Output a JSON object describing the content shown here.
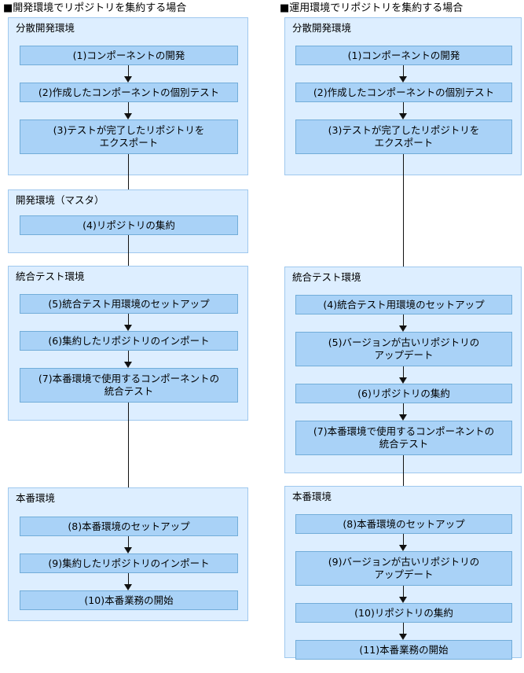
{
  "meta": {
    "bullet": "■",
    "colors": {
      "env_fill": "#ddeeff",
      "env_border": "#9fc8ee",
      "step_fill": "#a9d2f7",
      "step_border": "#72add9",
      "arrow": "#111111",
      "page_background": "#ffffff"
    }
  },
  "columns": [
    {
      "id": "left",
      "title": "■開発環境でリポジトリを集約する場合",
      "title_text": "開発環境でリポジトリを集約する場合",
      "environments": [
        {
          "id": "left-env-1",
          "label": "分散開発環境",
          "steps": [
            {
              "id": "left-step-1",
              "number": "(1)",
              "text": "(1)コンポーネントの開発",
              "lines": [
                "(1)コンポーネントの開発"
              ]
            },
            {
              "id": "left-step-2",
              "number": "(2)",
              "text": "(2)作成したコンポーネントの個別テスト",
              "lines": [
                "(2)作成したコンポーネントの個別テスト"
              ]
            },
            {
              "id": "left-step-3",
              "number": "(3)",
              "text": "(3)テストが完了したリポジトリをエクスポート",
              "lines": [
                "(3)テストが完了したリポジトリを",
                "エクスポート"
              ]
            }
          ]
        },
        {
          "id": "left-env-2",
          "label": "開発環境（マスタ）",
          "steps": [
            {
              "id": "left-step-4",
              "number": "(4)",
              "text": "(4)リポジトリの集約",
              "lines": [
                "(4)リポジトリの集約"
              ]
            }
          ]
        },
        {
          "id": "left-env-3",
          "label": "統合テスト環境",
          "steps": [
            {
              "id": "left-step-5",
              "number": "(5)",
              "text": "(5)統合テスト用環境のセットアップ",
              "lines": [
                "(5)統合テスト用環境のセットアップ"
              ]
            },
            {
              "id": "left-step-6",
              "number": "(6)",
              "text": "(6)集約したリポジトリのインポート",
              "lines": [
                "(6)集約したリポジトリのインポート"
              ]
            },
            {
              "id": "left-step-7",
              "number": "(7)",
              "text": "(7)本番環境で使用するコンポーネントの統合テスト",
              "lines": [
                "(7)本番環境で使用するコンポーネントの",
                "統合テスト"
              ]
            }
          ]
        },
        {
          "id": "left-env-4",
          "label": "本番環境",
          "steps": [
            {
              "id": "left-step-8",
              "number": "(8)",
              "text": "(8)本番環境のセットアップ",
              "lines": [
                "(8)本番環境のセットアップ"
              ]
            },
            {
              "id": "left-step-9",
              "number": "(9)",
              "text": "(9)集約したリポジトリのインポート",
              "lines": [
                "(9)集約したリポジトリのインポート"
              ]
            },
            {
              "id": "left-step-10",
              "number": "(10)",
              "text": "(10)本番業務の開始",
              "lines": [
                "(10)本番業務の開始"
              ]
            }
          ]
        }
      ]
    },
    {
      "id": "right",
      "title": "■運用環境でリポジトリを集約する場合",
      "title_text": "運用環境でリポジトリを集約する場合",
      "environments": [
        {
          "id": "right-env-1",
          "label": "分散開発環境",
          "steps": [
            {
              "id": "right-step-1",
              "number": "(1)",
              "text": "(1)コンポーネントの開発",
              "lines": [
                "(1)コンポーネントの開発"
              ]
            },
            {
              "id": "right-step-2",
              "number": "(2)",
              "text": "(2)作成したコンポーネントの個別テスト",
              "lines": [
                "(2)作成したコンポーネントの個別テスト"
              ]
            },
            {
              "id": "right-step-3",
              "number": "(3)",
              "text": "(3)テストが完了したリポジトリをエクスポート",
              "lines": [
                "(3)テストが完了したリポジトリを",
                "エクスポート"
              ]
            }
          ]
        },
        {
          "id": "right-env-2",
          "label": "統合テスト環境",
          "steps": [
            {
              "id": "right-step-4",
              "number": "(4)",
              "text": "(4)統合テスト用環境のセットアップ",
              "lines": [
                "(4)統合テスト用環境のセットアップ"
              ]
            },
            {
              "id": "right-step-5",
              "number": "(5)",
              "text": "(5)バージョンが古いリポジトリのアップデート",
              "lines": [
                "(5)バージョンが古いリポジトリの",
                "アップデート"
              ]
            },
            {
              "id": "right-step-6",
              "number": "(6)",
              "text": "(6)リポジトリの集約",
              "lines": [
                "(6)リポジトリの集約"
              ]
            },
            {
              "id": "right-step-7",
              "number": "(7)",
              "text": "(7)本番環境で使用するコンポーネントの統合テスト",
              "lines": [
                "(7)本番環境で使用するコンポーネントの",
                "統合テスト"
              ]
            }
          ]
        },
        {
          "id": "right-env-3",
          "label": "本番環境",
          "steps": [
            {
              "id": "right-step-8",
              "number": "(8)",
              "text": "(8)本番環境のセットアップ",
              "lines": [
                "(8)本番環境のセットアップ"
              ]
            },
            {
              "id": "right-step-9",
              "number": "(9)",
              "text": "(9)バージョンが古いリポジトリのアップデート",
              "lines": [
                "(9)バージョンが古いリポジトリの",
                "アップデート"
              ]
            },
            {
              "id": "right-step-10",
              "number": "(10)",
              "text": "(10)リポジトリの集約",
              "lines": [
                "(10)リポジトリの集約"
              ]
            },
            {
              "id": "right-step-11",
              "number": "(11)",
              "text": "(11)本番業務の開始",
              "lines": [
                "(11)本番業務の開始"
              ]
            }
          ]
        }
      ]
    }
  ]
}
